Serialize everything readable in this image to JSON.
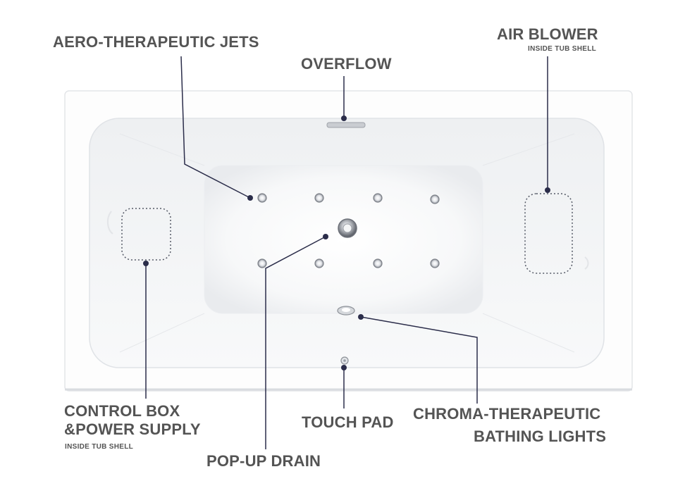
{
  "labels": {
    "jets": "AERO-THERAPEUTIC JETS",
    "overflow": "OVERFLOW",
    "air_blower": "AIR BLOWER",
    "air_blower_note": "INSIDE TUB SHELL",
    "control_box_line1": "CONTROL BOX",
    "control_box_line2": "&POWER SUPPLY",
    "control_box_note": "INSIDE TUB SHELL",
    "touch_pad": "TOUCH PAD",
    "lights_line1": "CHROMA-THERAPEUTIC",
    "lights_line2": "BATHING LIGHTS",
    "drain": "POP-UP DRAIN"
  },
  "colors": {
    "label_text": "#545454",
    "callout_line": "#2b2d4a",
    "tub_shell": "#fdfdfd",
    "tub_basin": "#f3f4f6"
  }
}
